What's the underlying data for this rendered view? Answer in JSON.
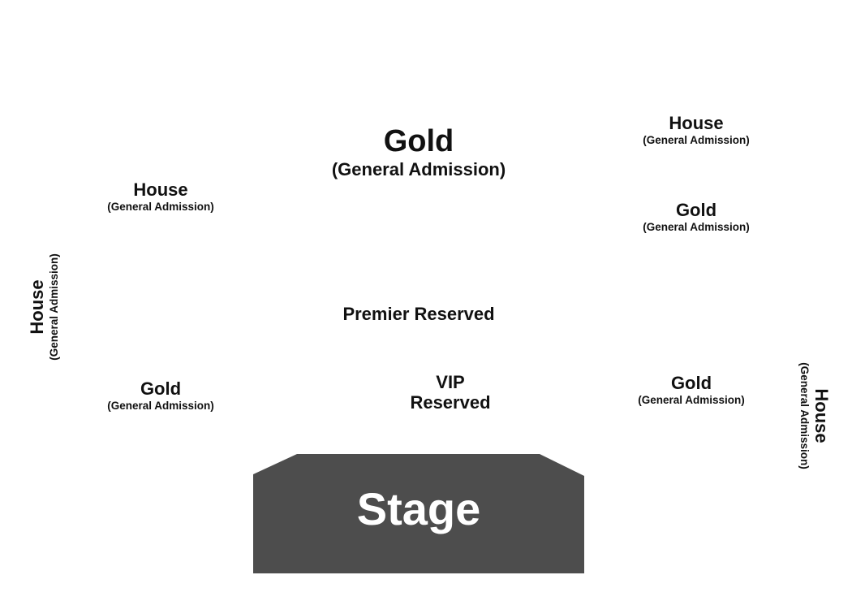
{
  "sections": {
    "gold_top_center": {
      "name": "Gold",
      "sub": "(General Admission)"
    },
    "house_top_right": {
      "name": "House",
      "sub": "(General Admission)"
    },
    "gold_right_upper": {
      "name": "Gold",
      "sub": "(General Admission)"
    },
    "house_left_upper": {
      "name": "House",
      "sub": "(General Admission)"
    },
    "house_left_side": {
      "name": "House",
      "sub": "(General Admission)"
    },
    "premier_reserved": {
      "name": "Premier Reserved"
    },
    "gold_left_lower": {
      "name": "Gold",
      "sub": "(General Admission)"
    },
    "vip_reserved": {
      "line1": "VIP",
      "line2": "Reserved"
    },
    "gold_right_lower": {
      "name": "Gold",
      "sub": "(General Admission)"
    },
    "house_right_side": {
      "name": "House",
      "sub": "(General Admission)"
    }
  },
  "stage": {
    "label": "Stage",
    "fill": "#4d4d4d",
    "text_color": "#ffffff"
  }
}
